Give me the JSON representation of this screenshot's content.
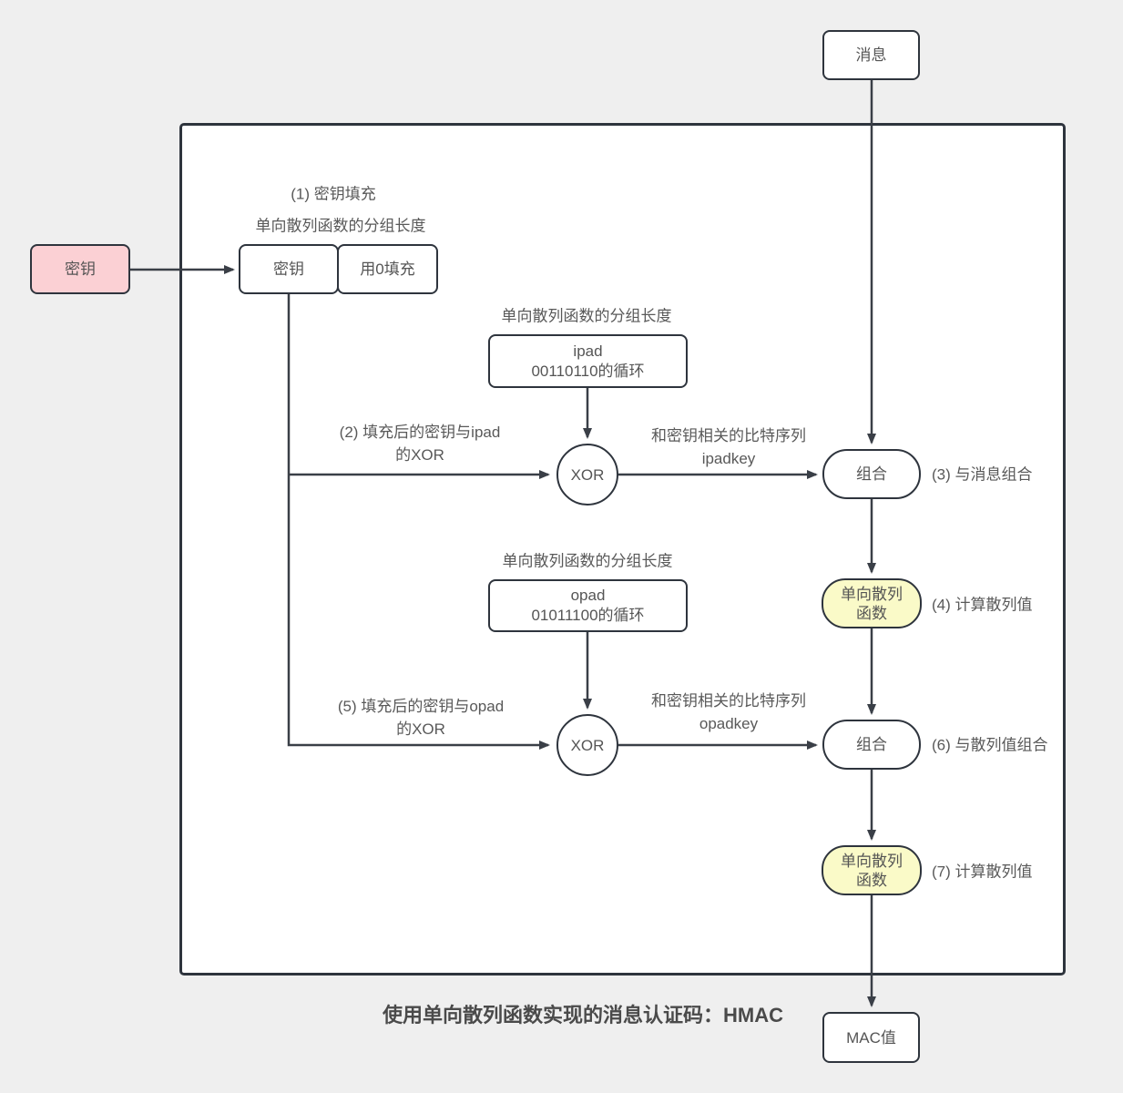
{
  "diagram": {
    "title": "使用单向散列函数实现的消息认证码：HMAC",
    "colors": {
      "background": "#efefef",
      "frame_fill": "#ffffff",
      "stroke": "#2e343d",
      "line": "#3a3f47",
      "key_fill": "#fbd0d4",
      "hash_fill": "#fafac8",
      "text": "#595959"
    },
    "nodes": {
      "message": {
        "label": "消息"
      },
      "key": {
        "label": "密钥"
      },
      "padded_key": {
        "label": "密钥"
      },
      "zero_pad": {
        "label": "用0填充"
      },
      "ipad": {
        "line1": "ipad",
        "line2": "00110110的循环"
      },
      "opad": {
        "line1": "opad",
        "line2": "01011100的循环"
      },
      "xor_ipad": {
        "label": "XOR"
      },
      "xor_opad": {
        "label": "XOR"
      },
      "combine_message": {
        "label": "组合"
      },
      "combine_hash": {
        "label": "组合"
      },
      "hash_fn_1": {
        "line1": "单向散列",
        "line2": "函数"
      },
      "hash_fn_2": {
        "line1": "单向散列",
        "line2": "函数"
      },
      "mac": {
        "label": "MAC值"
      }
    },
    "labels": {
      "step1": "(1) 密钥填充",
      "block_len_key": "单向散列函数的分组长度",
      "block_len_ipad": "单向散列函数的分组长度",
      "block_len_opad": "单向散列函数的分组长度",
      "step2_line1": "(2) 填充后的密钥与ipad",
      "step2_line2": "的XOR",
      "ipadkey_line1": "和密钥相关的比特序列",
      "ipadkey_line2": "ipadkey",
      "step3": "(3) 与消息组合",
      "step4": "(4) 计算散列值",
      "step5_line1": "(5) 填充后的密钥与opad",
      "step5_line2": "的XOR",
      "opadkey_line1": "和密钥相关的比特序列",
      "opadkey_line2": "opadkey",
      "step6": "(6) 与散列值组合",
      "step7": "(7) 计算散列值"
    }
  }
}
